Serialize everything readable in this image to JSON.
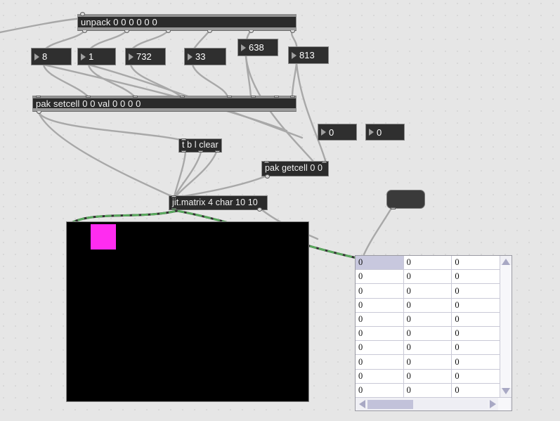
{
  "patcher": {
    "title": "Max patcher",
    "background_color": "#e6e6e6",
    "grid_color": "#d8d8d8"
  },
  "objects": {
    "unpack": {
      "text": "unpack 0 0 0 0 0 0",
      "outlet_count": 6,
      "inlet_count": 1
    },
    "pak_setcell": {
      "text": "pak setcell 0 0 val 0 0 0 0",
      "inlet_count": 8,
      "outlet_count": 1
    },
    "trigger": {
      "text": "t b l clear",
      "inlet_count": 1,
      "outlet_count": 3
    },
    "pak_getcell": {
      "text": "pak getcell 0 0",
      "inlet_count": 2,
      "outlet_count": 1
    },
    "jit_matrix": {
      "text": "jit.matrix 4 char 10 10",
      "inlet_count": 1,
      "outlet_count": 2
    },
    "message_blank": {
      "text": ""
    }
  },
  "number_boxes": [
    {
      "name": "numbox-8",
      "value": "8"
    },
    {
      "name": "numbox-1",
      "value": "1"
    },
    {
      "name": "numbox-732",
      "value": "732"
    },
    {
      "name": "numbox-33",
      "value": "33"
    },
    {
      "name": "numbox-638",
      "value": "638"
    },
    {
      "name": "numbox-813",
      "value": "813"
    },
    {
      "name": "numbox-out-1",
      "value": "0"
    },
    {
      "name": "numbox-out-2",
      "value": "0"
    }
  ],
  "pwindow": {
    "name": "jit-pwindow",
    "background_color": "#000000",
    "highlight_color": "#ff2cf0",
    "highlight_cell": {
      "col": 1,
      "row": 0
    }
  },
  "cellblock": {
    "name": "jit-cellblock",
    "columns": 3,
    "rows": 10,
    "selected_cell": {
      "col": 0,
      "row": 0
    },
    "cells": [
      [
        "0",
        "0",
        "0"
      ],
      [
        "0",
        "0",
        "0"
      ],
      [
        "0",
        "0",
        "0"
      ],
      [
        "0",
        "0",
        "0"
      ],
      [
        "0",
        "0",
        "0"
      ],
      [
        "0",
        "0",
        "0"
      ],
      [
        "0",
        "0",
        "0"
      ],
      [
        "0",
        "0",
        "0"
      ],
      [
        "0",
        "0",
        "0"
      ],
      [
        "0",
        "0",
        "0"
      ]
    ],
    "vscroll": {
      "up_arrow": "▲",
      "down_arrow": "▼"
    },
    "hscroll": {
      "left_arrow": "◀",
      "right_arrow": "▶",
      "thumb_pct": 38
    }
  },
  "cables": {
    "signal_color": "#a8a8a8",
    "matrix_color": "#4f9b52",
    "matrix_style": "dashed"
  }
}
